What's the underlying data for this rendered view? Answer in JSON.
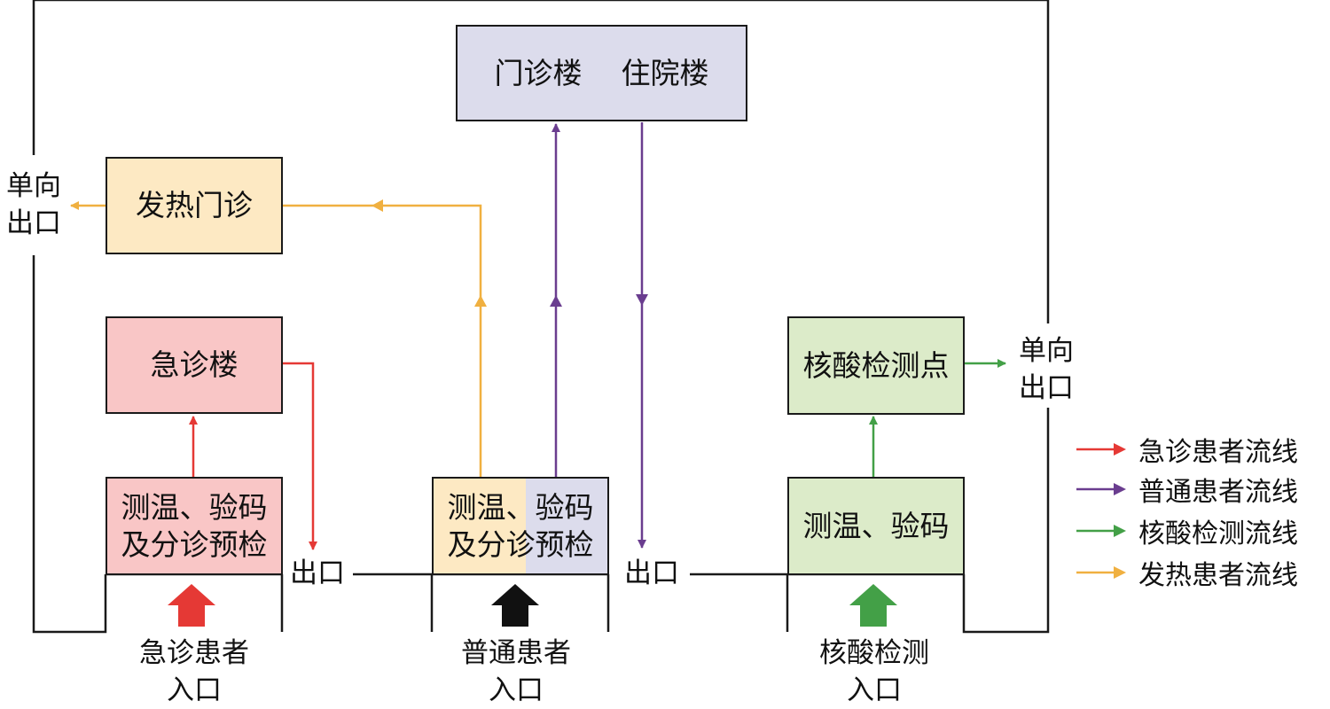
{
  "boxes": {
    "outpatient_inpatient": {
      "left": "门诊楼",
      "right": "住院楼",
      "fill": "#dcdcec"
    },
    "fever_clinic": {
      "text": "发热门诊",
      "fill": "#fde9c3"
    },
    "emergency_building": {
      "text": "急诊楼",
      "fill": "#f9c6c6"
    },
    "emergency_triage": {
      "line1": "测温、验码",
      "line2": "及分诊预检",
      "fill": "#f9c6c6"
    },
    "general_triage": {
      "line1": "测温、验码",
      "line2": "及分诊预检",
      "fill_left": "#fde9c3",
      "fill_right": "#dcdcec"
    },
    "nucleic_check": {
      "text": "测温、验码",
      "fill": "#dcebc9"
    },
    "nucleic_point": {
      "text": "核酸检测点",
      "fill": "#dcebc9"
    }
  },
  "labels": {
    "one_way_exit_left": {
      "line1": "单向",
      "line2": "出口"
    },
    "one_way_exit_right": {
      "line1": "单向",
      "line2": "出口"
    },
    "exit_1": "出口",
    "exit_2": "出口",
    "entrance_emergency": {
      "line1": "急诊患者",
      "line2": "入口"
    },
    "entrance_general": {
      "line1": "普通患者",
      "line2": "入口"
    },
    "entrance_nucleic": {
      "line1": "核酸检测",
      "line2": "入口"
    }
  },
  "legend": [
    {
      "label": "急诊患者流线",
      "color": "#e53935"
    },
    {
      "label": "普通患者流线",
      "color": "#6a3d8f"
    },
    {
      "label": "核酸检测流线",
      "color": "#43a047"
    },
    {
      "label": "发热患者流线",
      "color": "#f0b040"
    }
  ],
  "colors": {
    "emergency": "#e53935",
    "general": "#6a3d8f",
    "nucleic": "#43a047",
    "fever": "#f0b040",
    "entrance_emergency_arrow": "#e53935",
    "entrance_general_arrow": "#111111",
    "entrance_nucleic_arrow": "#43a047"
  }
}
